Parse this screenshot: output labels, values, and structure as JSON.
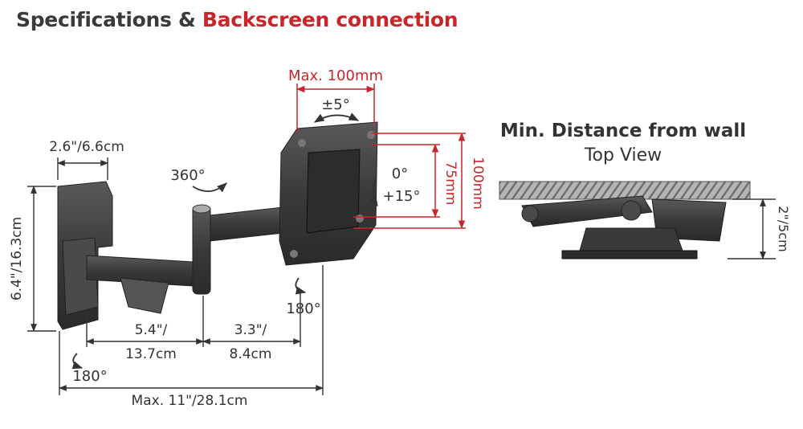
{
  "title": {
    "prefix": "Specifications & ",
    "accent": "Backscreen connection"
  },
  "colors": {
    "accent": "#c8262b",
    "text": "#333333",
    "mount": "#3d3d3f",
    "wall": "#9a9a9a"
  },
  "dimensions": {
    "wall_plate_width": "2.6\"/6.6cm",
    "wall_plate_height": "6.4\"/16.3cm",
    "arm1_top": "5.4\"/",
    "arm1_bottom": "13.7cm",
    "arm2_top": "3.3\"/",
    "arm2_bottom": "8.4cm",
    "max_extension": "Max. 11\"/28.1cm",
    "vesa_max": "Max. 100mm",
    "vesa_75": "75mm",
    "vesa_100": "100mm"
  },
  "rotations": {
    "level_adjust": "±5°",
    "swivel_top": "360°",
    "tilt_top": "0°",
    "tilt_bottom": "+15°",
    "swivel_head": "180°",
    "swivel_base": "180°"
  },
  "wall_view": {
    "heading": "Min. Distance from wall",
    "subheading": "Top View",
    "distance": "2\"/5cm"
  }
}
